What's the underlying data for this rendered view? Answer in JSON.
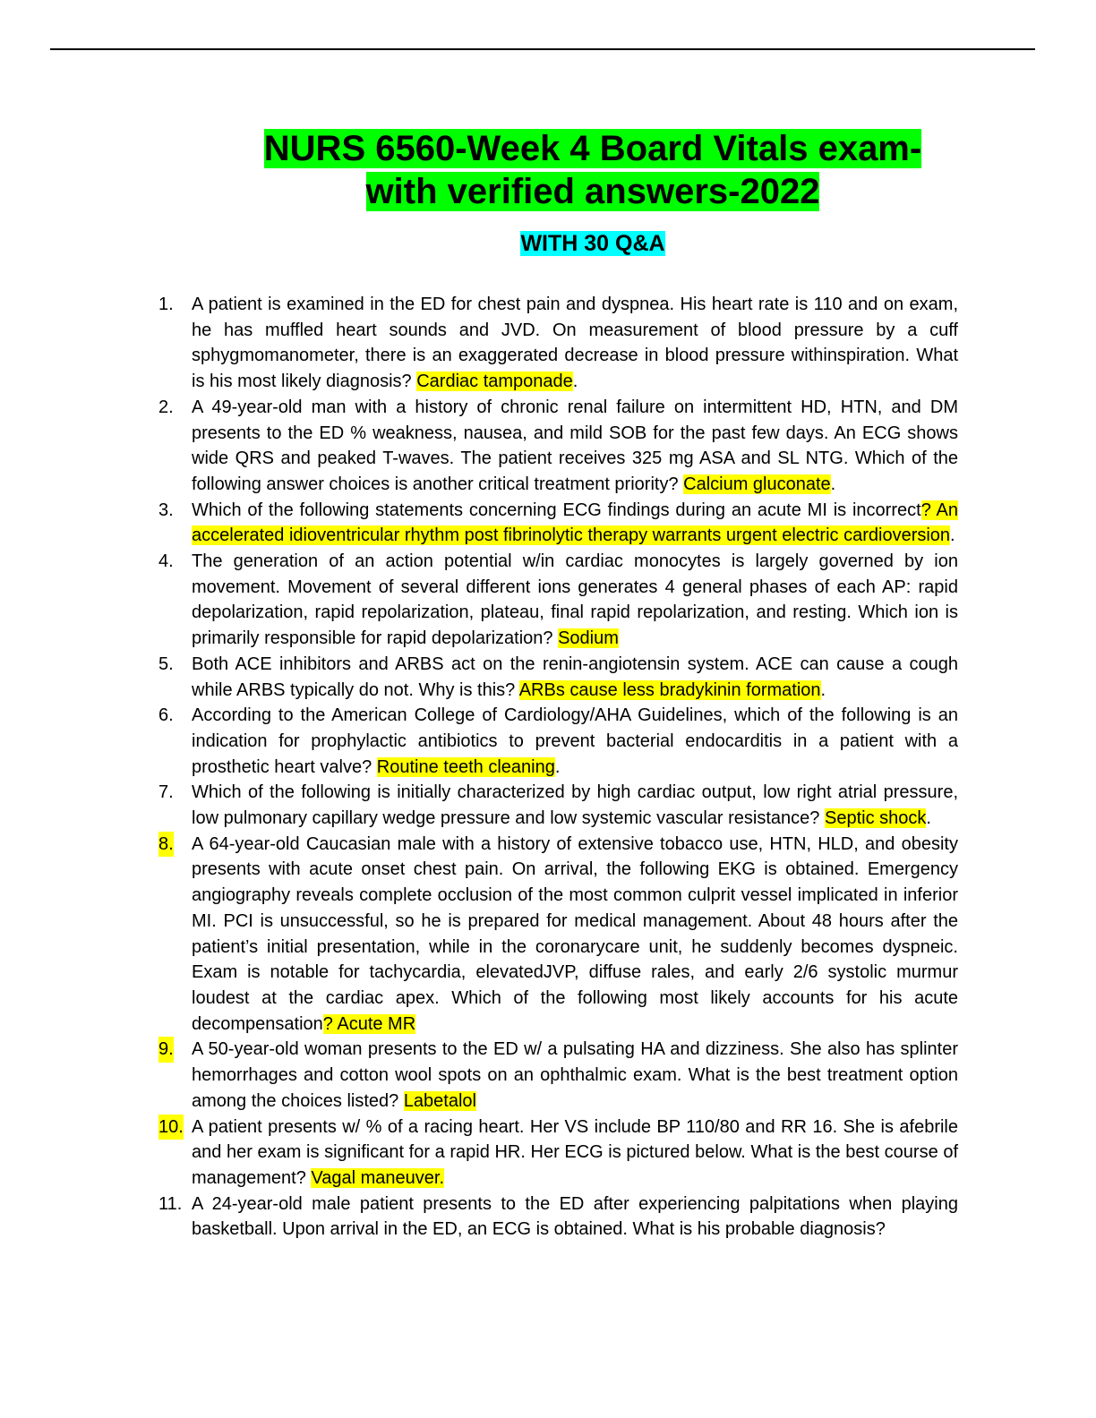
{
  "document": {
    "title_line1": "NURS 6560-Week 4 Board Vitals exam-",
    "title_line2": "with verified answers-2022",
    "subtitle": "WITH 30 Q&A",
    "items": [
      {
        "number": "1.",
        "number_highlight": false,
        "question": "A patient is examined in the ED for chest pain and dyspnea. His heart rate is 110 and on exam, he has muffled heart sounds and JVD. On measurement of blood pressure by a cuff sphygmomanometer, there is an exaggerated decrease in blood pressure withinspiration. What is his most likely diagnosis? ",
        "answer": "Cardiac tamponade",
        "tail": "."
      },
      {
        "number": "2.",
        "number_highlight": false,
        "question": "A 49-year-old man with a history of chronic renal failure on intermittent HD, HTN,  and DM presents to the ED % weakness, nausea, and mild SOB for the past few days. An ECG shows wide QRS and peaked T-waves. The patient receives 325 mg ASA and SL NTG. Which of the following answer choices is another critical treatment  priority? ",
        "answer": "Calcium gluconate",
        "tail": "."
      },
      {
        "number": "3.",
        "number_highlight": false,
        "question": "Which of the following statements concerning ECG findings during an acute MI is incorrect",
        "answer": "? An accelerated idioventricular rhythm post fibrinolytic therapy warrants urgent electric cardioversion",
        "tail": "."
      },
      {
        "number": "4.",
        "number_highlight": false,
        "question": "The generation of an action potential w/in cardiac monocytes is largely governed by ion movement. Movement of several different ions generates 4 general phases of each AP: rapid depolarization, rapid repolarization, plateau, final rapid repolarization, and resting. Which ion is primarily responsible for rapid depolarization? ",
        "answer": "Sodium",
        "tail": ""
      },
      {
        "number": "5.",
        "number_highlight": false,
        "question": "Both ACE inhibitors and ARBS act on the renin-angiotensin system. ACE can cause a cough while ARBS typically do not. Why is this? ",
        "answer": "ARBs cause less bradykinin formation",
        "tail": "."
      },
      {
        "number": "6.",
        "number_highlight": false,
        "question": "According to the American College of Cardiology/AHA Guidelines, which of the following is an indication for prophylactic antibiotics to prevent bacterial endocarditis in a patient with a prosthetic heart valve? ",
        "answer": "Routine teeth cleaning",
        "tail": "."
      },
      {
        "number": "7.",
        "number_highlight": false,
        "question": "Which of the following is initially characterized by high cardiac output, low right atrial pressure, low pulmonary capillary wedge pressure and low systemic  vascular resistance? ",
        "answer": "Septic shock",
        "tail": "."
      },
      {
        "number": "8.",
        "number_highlight": true,
        "question": "A 64-year-old Caucasian male with a history of extensive tobacco use, HTN, HLD, and obesity presents with acute onset chest pain. On arrival, the following EKG is obtained. Emergency angiography reveals complete occlusion of the most common culprit vessel implicated in inferior MI. PCI is unsuccessful, so he is prepared for  medical management. About 48 hours after the patient’s initial presentation, while in the coronarycare  unit,  he suddenly becomes dyspneic. Exam is notable for tachycardia, elevatedJVP, diffuse rales, and early 2/6 systolic murmur loudest at the cardiac apex. Which of the following most likely accounts for his acute decompensation",
        "answer": "? Acute MR",
        "tail": ""
      },
      {
        "number": "9.",
        "number_highlight": true,
        "question": "A 50-year-old woman presents to the ED w/ a pulsating HA and dizziness. She also has splinter hemorrhages and cotton wool spots on an ophthalmic exam. What is the best treatment option among the choices listed? ",
        "answer": "Labetalol",
        "tail": ""
      },
      {
        "number": "10.",
        "number_highlight": true,
        "question": "A patient presents w/ % of a racing heart. Her VS include BP 110/80 and RR 16. She is afebrile and her exam is significant for a rapid HR. Her ECG is pictured below. What is the best course of management? ",
        "answer": "Vagal maneuver.",
        "tail": ""
      },
      {
        "number": "11.",
        "number_highlight": false,
        "question": "A 24-year-old male patient presents to the ED after experiencing palpitations when playing basketball. Upon arrival in the ED, an ECG is obtained. What is his probable diagnosis?",
        "answer": "",
        "tail": ""
      }
    ]
  }
}
